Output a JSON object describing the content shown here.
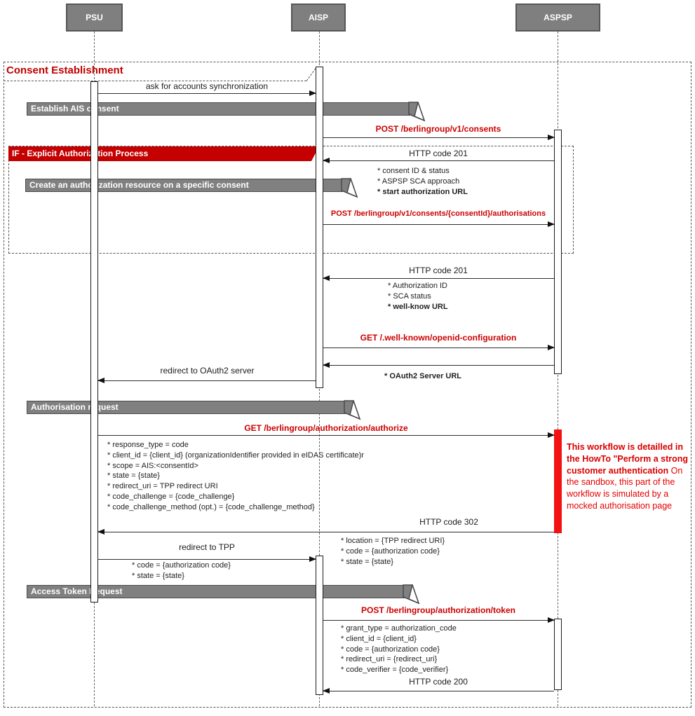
{
  "frame": {
    "title": "Consent Establishment",
    "inner_label": "IF -  Explicit Authorization Process"
  },
  "actors": [
    {
      "name": "PSU"
    },
    {
      "name": "AISP"
    },
    {
      "name": "ASPSP"
    }
  ],
  "banners": {
    "establish": "Establish AIS consent",
    "create_auth": "Create an authorization resource on a specific consent",
    "auth_request": "Authorisation request",
    "token_request": "Access Token Request"
  },
  "messages": {
    "ask_sync": "ask for accounts synchronization",
    "post_consents": "POST /berlingroup/v1/consents",
    "http201_a": "HTTP code 201",
    "post_authorisations": "POST /berlingroup/v1/consents/{consentId}/authorisations",
    "http201_b": "HTTP code 201",
    "get_wellknown": "GET /.well-known/openid-configuration",
    "redirect_oauth2": "redirect to OAuth2 server",
    "get_authorize": "GET /berlingroup/authorization/authorize",
    "http302": "HTTP code 302",
    "redirect_tpp": "redirect to TPP",
    "post_token": "POST /berlingroup/authorization/token",
    "http200": "HTTP code 200"
  },
  "lists": {
    "response_201a": [
      "* consent ID & status",
      "* ASPSP SCA approach",
      "* start authorization URL"
    ],
    "response_201b": [
      "* Authorization ID",
      "* SCA status",
      "* well-know URL"
    ],
    "response_oauth2": "* OAuth2 Server URL",
    "params_authorize": [
      "* response_type = code",
      "* client_id = {client_id} (organizationIdentifier provided in eIDAS certificate)r",
      "* scope = AIS:<consentId>",
      "* state = {state}",
      "* redirect_uri = TPP redirect URI",
      "* code_challenge = {code_challenge}",
      "* code_challenge_method (opt.) = {code_challenge_method}"
    ],
    "response_302": [
      "* location = {TPP redirect URI}",
      "* code = {authorization code}",
      "* state = {state}"
    ],
    "redirect_tpp_params": [
      "* code = {authorization code}",
      "* state = {state}"
    ],
    "params_token": [
      "* grant_type = authorization_code",
      "* client_id = {client_id}",
      "* code = {authorization code}",
      "* redirect_uri = {redirect_uri}",
      "* code_verifier = {code_verifier}"
    ]
  },
  "side_note": {
    "bold": "This workflow is detailled in the HowTo \"Perform a strong customer authentication",
    "normal": "On the sandbox, this part of the workflow is simulated by a mocked authorisation page"
  },
  "colors": {
    "actor_gray": "#7f7f7f",
    "banner_gray": "#808080",
    "if_red": "#c40000",
    "accent_red": "#cc0000",
    "activation_red": "#f31111",
    "title_red": "#c00000"
  }
}
